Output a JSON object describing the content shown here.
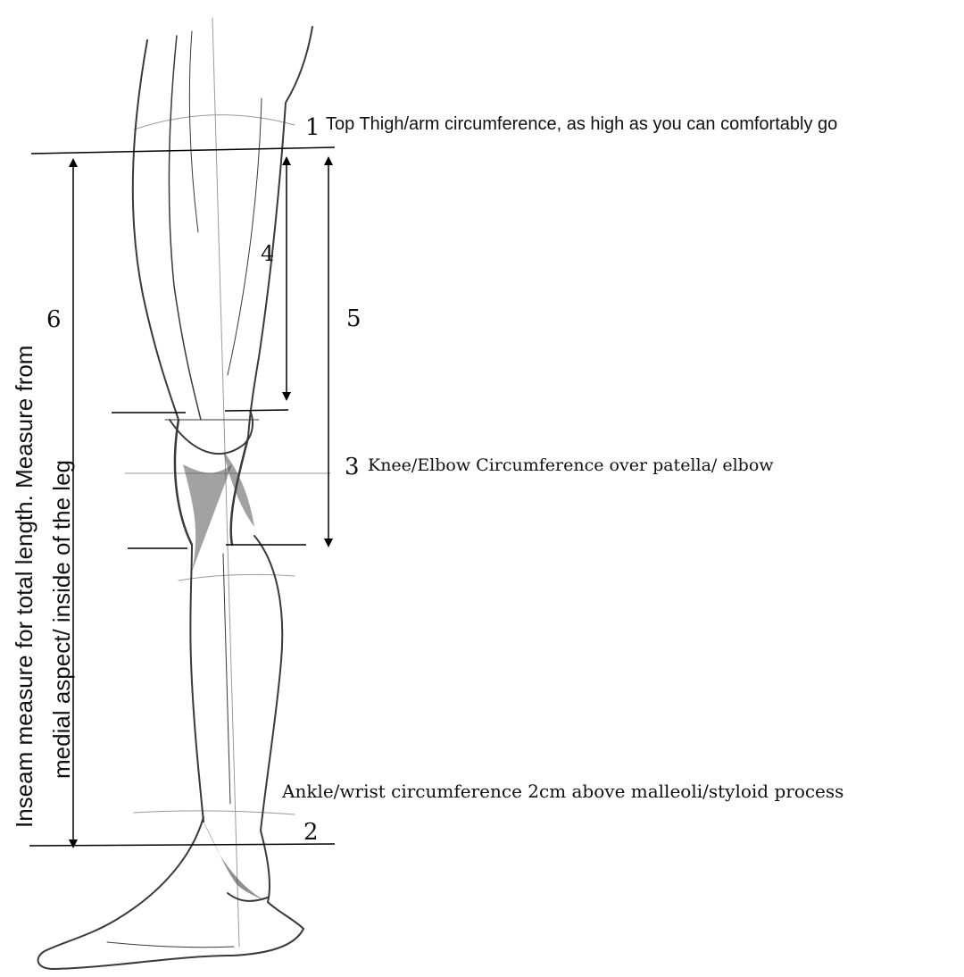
{
  "labels": {
    "m1_number": "1",
    "m1_text": "Top Thigh/arm circumference, as high as you can comfortably go",
    "m2_number": "2",
    "m2_text": "Ankle/wrist circumference 2cm above malleoli/styloid process",
    "m3_number": "3",
    "m3_text": "Knee/Elbow Circumference over patella/ elbow",
    "m4_number": "4",
    "m5_number": "5",
    "m6_number": "6",
    "m6_text_line1": "Inseam measure for total length. Measure from",
    "m6_text_line2": "medial aspect/ inside of the leg"
  },
  "icons": {
    "illustration": "leg-sketch-icon"
  }
}
